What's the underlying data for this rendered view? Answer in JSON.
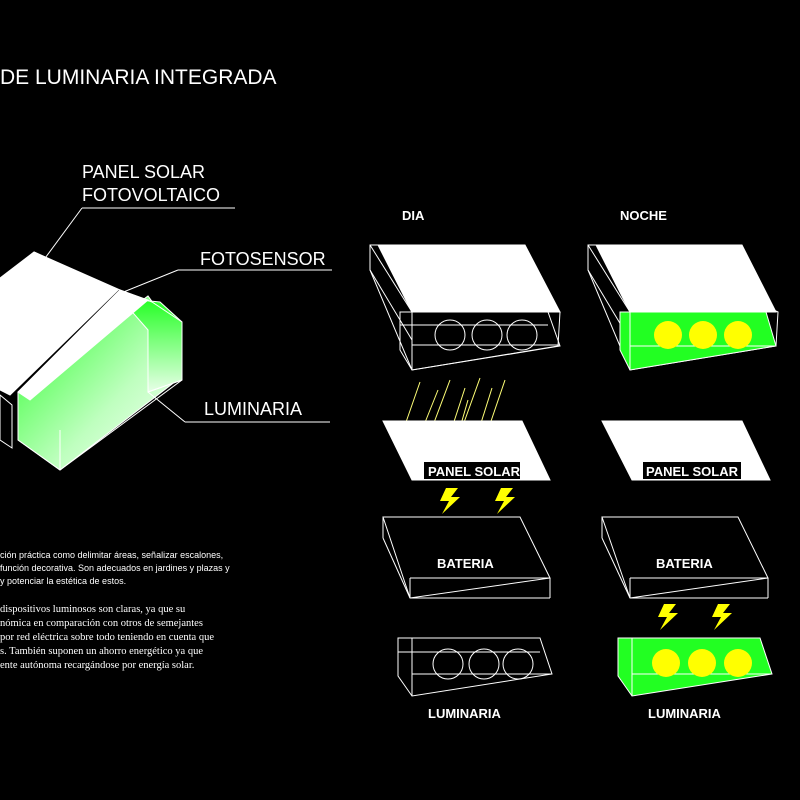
{
  "title": "DE LUMINARIA INTEGRADA",
  "callouts": {
    "panel_line1": "PANEL SOLAR",
    "panel_line2": "FOTOVOLTAICO",
    "fotosensor": "FOTOSENSOR",
    "luminaria": "LUMINARIA"
  },
  "columns": {
    "dia": "DIA",
    "noche": "NOCHE"
  },
  "labels": {
    "panel_solar_dia": "PANEL SOLAR",
    "panel_solar_noche": "PANEL SOLAR",
    "bateria_dia": "BATERIA",
    "bateria_noche": "BATERIA",
    "luminaria_dia": "LUMINARIA",
    "luminaria_noche": "LUMINARIA"
  },
  "description": {
    "para1": [
      "ción práctica como delimitar áreas, señalizar escalones,",
      "función decorativa. Son adecuados en jardines y plazas y",
      "y potenciar la estética de estos."
    ],
    "para2": [
      "dispositivos luminosos son claras, ya que su",
      "nómica en comparación con otros de semejantes",
      "por red eléctrica sobre todo teniendo en cuenta que",
      "s. También suponen un ahorro energético ya que",
      "ente autónoma recargándose por energía solar."
    ]
  },
  "colors": {
    "background": "#000000",
    "line": "#ffffff",
    "led_green": "#22ff22",
    "led_yellow": "#ffff00",
    "bolt_yellow": "#ffff00"
  }
}
